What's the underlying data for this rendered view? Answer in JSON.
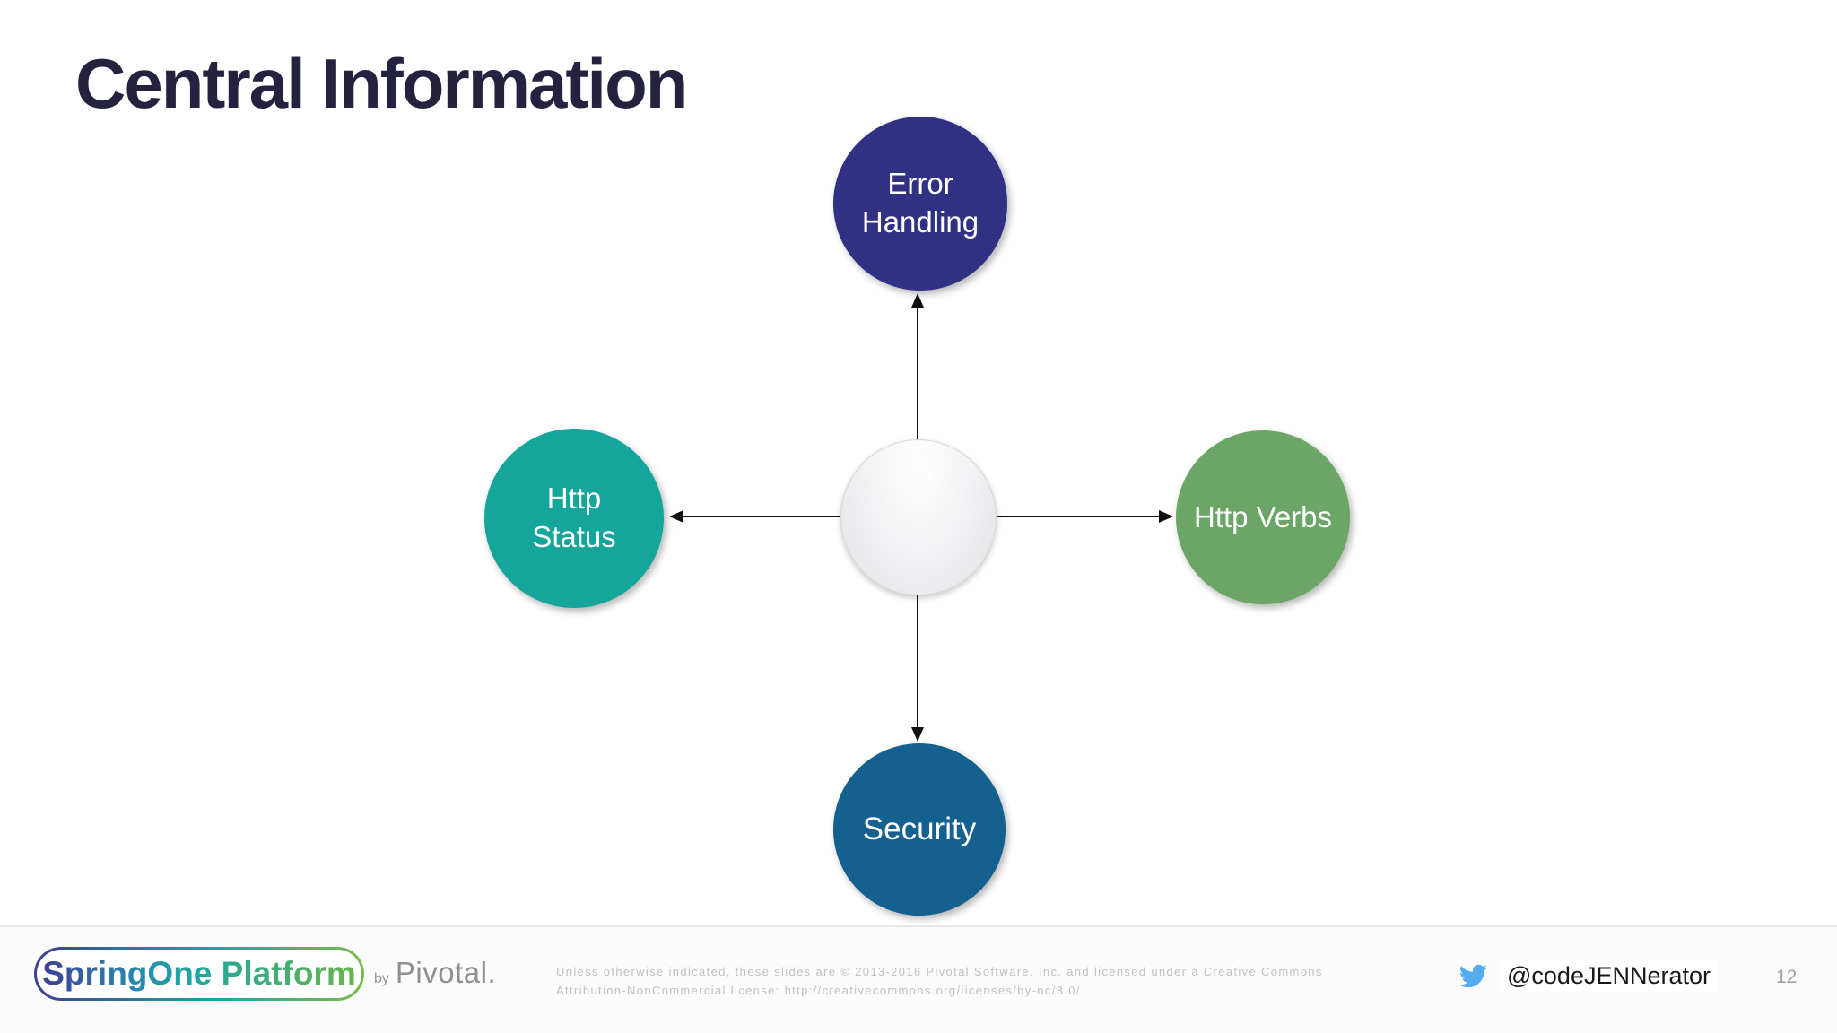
{
  "slide": {
    "title": "Central Information",
    "page_number": "12"
  },
  "diagram": {
    "center_node": {
      "label": ""
    },
    "nodes": [
      {
        "id": "error-handling",
        "label_lines": [
          "Error",
          "Handling"
        ],
        "color": "#303183",
        "position": "top"
      },
      {
        "id": "http-status",
        "label_lines": [
          "Http",
          "Status"
        ],
        "color": "#14a59b",
        "position": "left"
      },
      {
        "id": "http-verbs",
        "label_lines": [
          "Http Verbs"
        ],
        "color": "#6ba666",
        "position": "right"
      },
      {
        "id": "security",
        "label_lines": [
          "Security"
        ],
        "color": "#14608f",
        "position": "bottom"
      }
    ],
    "arrow_color": "#111111"
  },
  "footer": {
    "logo_text": "SpringOne Platform",
    "by_word": "by",
    "brand": "Pivotal.",
    "license_line1": "Unless otherwise indicated, these slides are © 2013-2016 Pivotal Software, Inc. and licensed under a Creative Commons",
    "license_line2": "Attribution-NonCommercial license: http://creativecommons.org/licenses/by-nc/3.0/",
    "twitter_handle": "@codeJENNerator",
    "twitter_blue": "#55acee"
  },
  "colors": {
    "title_navy": "#232340",
    "logo_gradient_start": "#3d3f94",
    "logo_gradient_mid": "#1ea5a5",
    "logo_gradient_end": "#7bba4a",
    "divider_gray": "#e7e7e9",
    "license_gray": "#c0c0c4",
    "page_number_gray": "#9da0a3"
  }
}
